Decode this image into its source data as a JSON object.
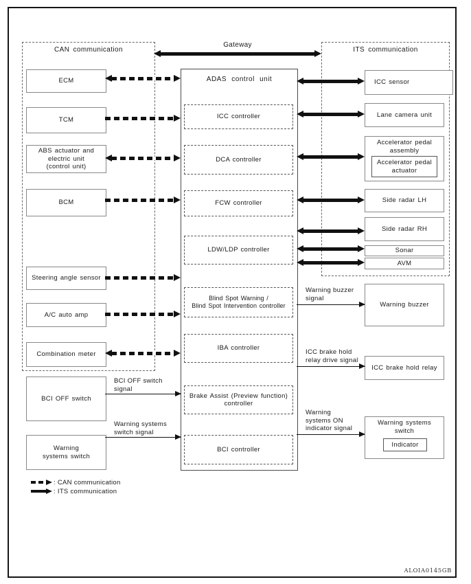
{
  "figure_code": "ALOIA0145GB",
  "gateway": {
    "label": "Gateway"
  },
  "can_group": {
    "title": "CAN communication"
  },
  "its_group": {
    "title": "ITS communication"
  },
  "adas": {
    "title": "ADAS control unit",
    "controllers": [
      {
        "label": "ICC controller"
      },
      {
        "label": "DCA controller"
      },
      {
        "label": "FCW controller"
      },
      {
        "label": "LDW/LDP controller"
      },
      {
        "label": "Blind Spot Warning /\nBlind Spot Intervention controller"
      },
      {
        "label": "IBA controller"
      },
      {
        "label": "Brake Assist (Preview function)\ncontroller"
      },
      {
        "label": "BCI controller"
      }
    ]
  },
  "left_nodes": [
    {
      "label": "ECM"
    },
    {
      "label": "TCM"
    },
    {
      "label": "ABS actuator and\nelectric unit\n(control unit)"
    },
    {
      "label": "BCM"
    },
    {
      "label": "Steering angle sensor"
    },
    {
      "label": "A/C auto amp"
    },
    {
      "label": "Combination meter"
    },
    {
      "label": "BCI OFF switch"
    },
    {
      "label": "Warning\nsystems switch"
    }
  ],
  "right_nodes": [
    {
      "label": "ICC sensor"
    },
    {
      "label": "Lane camera unit"
    },
    {
      "label": "Accelerator pedal\nassembly",
      "inner": "Accelerator pedal\nactuator"
    },
    {
      "label": "Side radar LH"
    },
    {
      "label": "Side radar RH"
    },
    {
      "label": "Sonar"
    },
    {
      "label": "AVM"
    },
    {
      "label": "Warning buzzer"
    },
    {
      "label": "ICC brake hold relay"
    },
    {
      "label": "Warning systems\nswitch",
      "inner": "Indicator"
    }
  ],
  "signals": {
    "bci_off": "BCI OFF switch\nsignal",
    "warning_switch": "Warning systems\nswitch signal",
    "buzzer": "Warning buzzer\nsignal",
    "brake_hold": "ICC brake hold\nrelay drive signal",
    "ws_on": "Warning\nsystems ON\nindicator signal"
  },
  "legend": {
    "can": ": CAN communication",
    "its": ": ITS communication"
  },
  "colors": {
    "ink": "#111111",
    "box_border": "#888888"
  }
}
